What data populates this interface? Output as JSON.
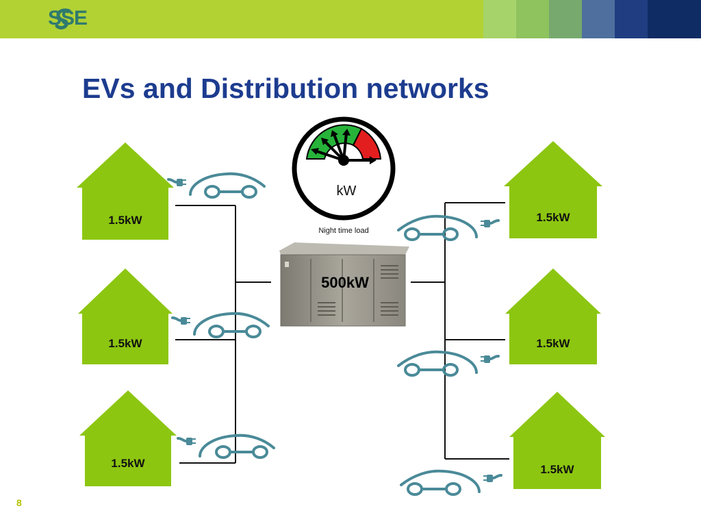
{
  "header": {
    "logo_text": "SSE"
  },
  "title": "EVs and Distribution networks",
  "gauge": {
    "unit": "kW",
    "caption": "Night time load"
  },
  "transformer": {
    "rating": "500kW"
  },
  "houses": [
    {
      "label": "1.5kW"
    },
    {
      "label": "1.5kW"
    },
    {
      "label": "1.5kW"
    },
    {
      "label": "1.5kW"
    },
    {
      "label": "1.5kW"
    },
    {
      "label": "1.5kW"
    }
  ],
  "page_number": "8",
  "colors": {
    "header_green": "#b2d234",
    "title_blue": "#1d3c8f",
    "house_green": "#8cc611",
    "car_teal": "#4a8a98",
    "gauge_green": "#27b33a",
    "gauge_red": "#e31e1e"
  }
}
